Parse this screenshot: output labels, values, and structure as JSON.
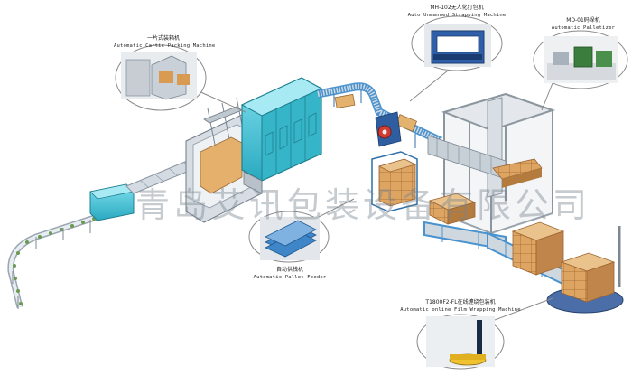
{
  "watermark": "青岛艾讯包装设备有限公司",
  "labels": {
    "carton": {
      "cn": "一片式装箱机",
      "en": "Automatic Cartic Packing Machine"
    },
    "strapping": {
      "cn": "MH-102无人化打包机",
      "en": "Auto Unmanned Strapping Machine"
    },
    "palletizer": {
      "cn": "MD-01码垛机",
      "en": "Automatic Palletizer"
    },
    "feeder": {
      "cn": "自动供栈机",
      "en": "Automatic Pallet Feeder"
    },
    "wrapping": {
      "cn": "T1800F2-FL在线缠绕包装机",
      "en": "Automatic online Film Wrapping Machine"
    }
  },
  "colors": {
    "machine_cyan": "#3fc6d8",
    "frame_grey": "#c9cfd6",
    "steel": "#8e9aa6",
    "carton_brown": "#d9a05c",
    "carton_dark": "#a86f32",
    "conveyor_blue": "#3e89c9",
    "wrap_blue": "#4b6ea8"
  }
}
